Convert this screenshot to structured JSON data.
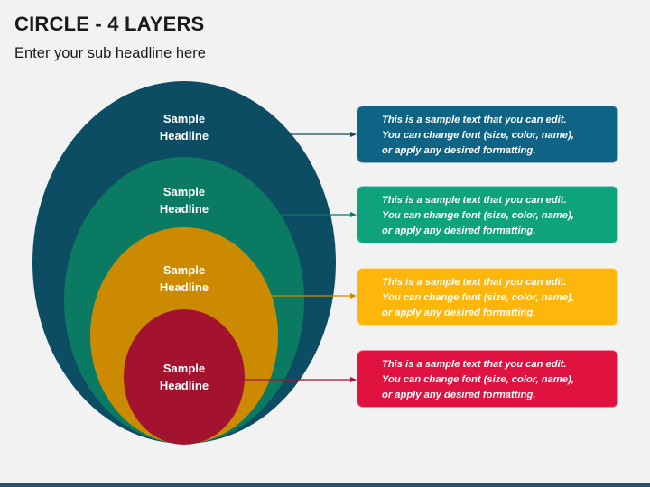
{
  "title": "CIRCLE - 4 LAYERS",
  "subtitle": "Enter your sub headline here",
  "layers": [
    {
      "headline_line1": "Sample",
      "headline_line2": "Headline",
      "color": "#0d4d63",
      "text_lines": [
        "This is a sample text that you can edit.",
        "You can change font (size, color, name),",
        "or apply any desired formatting."
      ],
      "box_color": "#0f6486"
    },
    {
      "headline_line1": "Sample",
      "headline_line2": "Headline",
      "color": "#0b7a63",
      "text_lines": [
        "This is a sample text that you can edit.",
        "You can change font (size, color, name),",
        "or apply any desired formatting."
      ],
      "box_color": "#0ea37c"
    },
    {
      "headline_line1": "Sample",
      "headline_line2": "Headline",
      "color": "#cc8a00",
      "text_lines": [
        "This is a sample text that you can edit.",
        "You can change font (size, color, name),",
        "or apply any desired formatting."
      ],
      "box_color": "#ffb60a"
    },
    {
      "headline_line1": "Sample",
      "headline_line2": "Headline",
      "color": "#a3132f",
      "text_lines": [
        "This is a sample text that you can edit.",
        "You can change font (size, color, name),",
        "or apply any desired formatting."
      ],
      "box_color": "#e0123f"
    }
  ]
}
